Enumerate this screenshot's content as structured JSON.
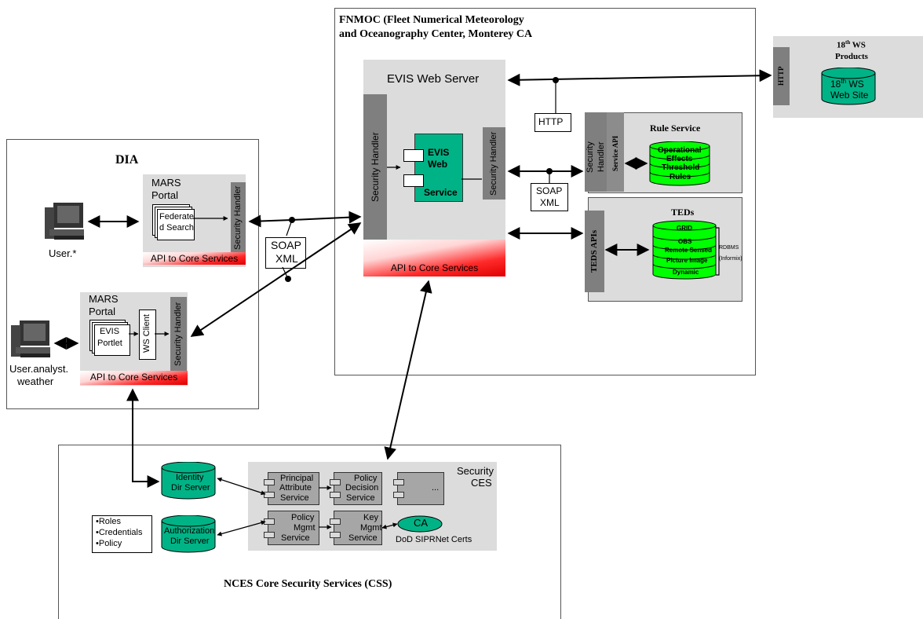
{
  "colors": {
    "teal": "#00b386",
    "green": "#00ff00",
    "grey": "#dcdcdc",
    "dark_grey": "#7f7f7f",
    "red": "#ff0000"
  },
  "fnmoc": {
    "title_line1": "FNMOC (Fleet Numerical Meteorology",
    "title_line2": "and Oceanography Center, Monterey CA",
    "evis_web_server": "EVIS Web Server",
    "security_handler_left": "Security Handler",
    "security_handler_right": "Security Handler",
    "evis_service_line1": "EVIS",
    "evis_service_line2": "Web",
    "evis_service_line3": "Service",
    "api_to_core": "API to Core Services",
    "http_label": "HTTP",
    "soap_line1": "SOAP",
    "soap_line2": "XML"
  },
  "rule_service": {
    "title": "Rule Service",
    "security_handler_line1": "Security",
    "security_handler_line2": "Handler",
    "service_api": "Service API",
    "db_line1": "Operational",
    "db_line2": "Effects",
    "db_line3": "Threshold",
    "db_line4": "Rules"
  },
  "teds": {
    "title": "TEDs",
    "apis": "TEDS APIs",
    "layers": [
      "GRID",
      "OBS",
      "Remote Sensed",
      "Picture Image",
      "Dynamic"
    ],
    "rdbms_line1": "RDBMS",
    "rdbms_line2": "(Informix)"
  },
  "ws18": {
    "title_prefix": "18",
    "title_sup": "th",
    "title_suffix": " WS",
    "title_line2": "Products",
    "http": "HTTP",
    "site_prefix": "18",
    "site_sup": "th",
    "site_suffix": " WS",
    "site_line2": "Web Site"
  },
  "dia": {
    "title": "DIA",
    "mars1_line1": "MARS",
    "mars1_line2": "Portal",
    "federated_line1": "Federate",
    "federated_line2": "d Search",
    "security_handler": "Security Handler",
    "api_to_core": "API to Core Services",
    "user": "User.*",
    "soap_line1": "SOAP",
    "soap_line2": "XML",
    "mars2_line1": "MARS",
    "mars2_line2": "Portal",
    "portlet_line1": "EVIS",
    "portlet_line2": "Portlet",
    "ws_client": "WS Client",
    "security_handler2": "Security Handler",
    "api_to_core2": "API to Core Services",
    "user2_line1": "User.analyst.",
    "user2_line2": "weather"
  },
  "nces": {
    "title": "NCES Core Security Services (CSS)",
    "security_ces_line1": "Security",
    "security_ces_line2": "CES",
    "identity_line1": "Identity",
    "identity_line2": "Dir Server",
    "auth_line1": "Authorization",
    "auth_line2": "Dir Server",
    "legend": [
      "•Roles",
      "•Credentials",
      "•Policy"
    ],
    "principal": [
      "Principal",
      "Attribute",
      "Service"
    ],
    "policy_decision": [
      "Policy",
      "Decision",
      "Service"
    ],
    "ellipsis": "...",
    "policy_mgmt": [
      "Policy",
      "Mgmt",
      "Service"
    ],
    "key_mgmt": [
      "Key",
      "Mgmt",
      "Service"
    ],
    "ca": "CA",
    "dod_certs": "DoD SIPRNet Certs"
  }
}
